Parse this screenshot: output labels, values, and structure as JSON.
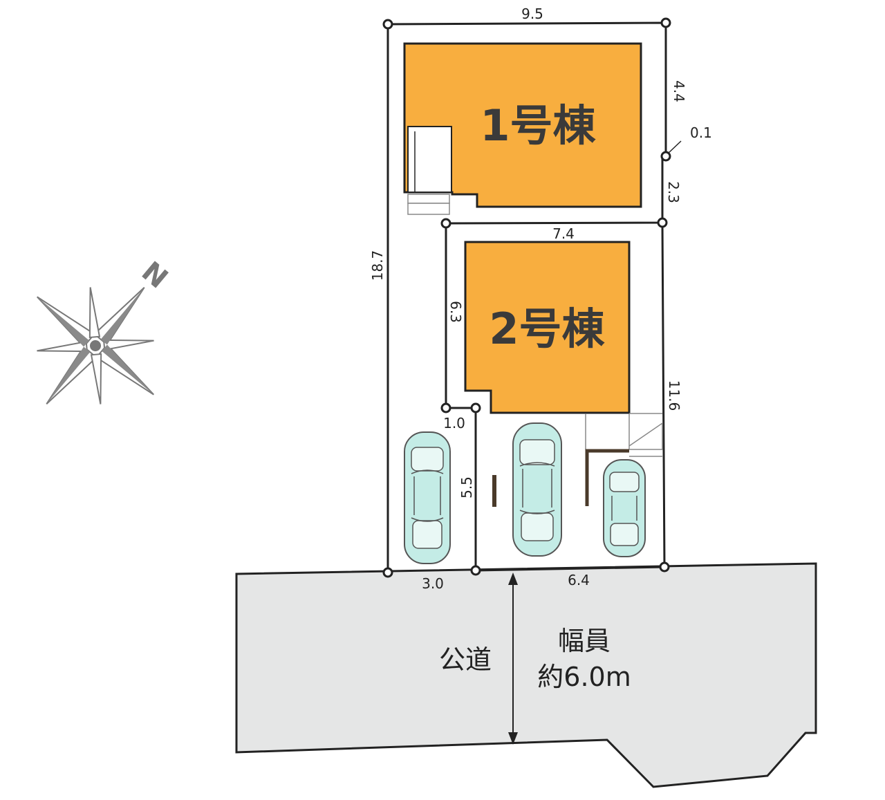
{
  "buildings": [
    {
      "label": "1号棟",
      "color": "#f8ae3f"
    },
    {
      "label": "2号棟",
      "color": "#f8ae3f"
    }
  ],
  "dimensions": {
    "top_width": "9.5",
    "right_upper": "4.4",
    "right_offset": "0.1",
    "right_middle": "2.3",
    "middle_width": "7.4",
    "left_total": "18.7",
    "lot2_depth": "6.3",
    "right_lower": "11.6",
    "step_width": "1.0",
    "parking_depth": "5.5",
    "frontage_left": "3.0",
    "frontage_right": "6.4"
  },
  "road": {
    "name": "公道",
    "width_label": "幅員",
    "width_value": "約6.0m",
    "color": "#e5e6e6"
  },
  "compass": {
    "north_label": "N",
    "color": "#777777"
  }
}
